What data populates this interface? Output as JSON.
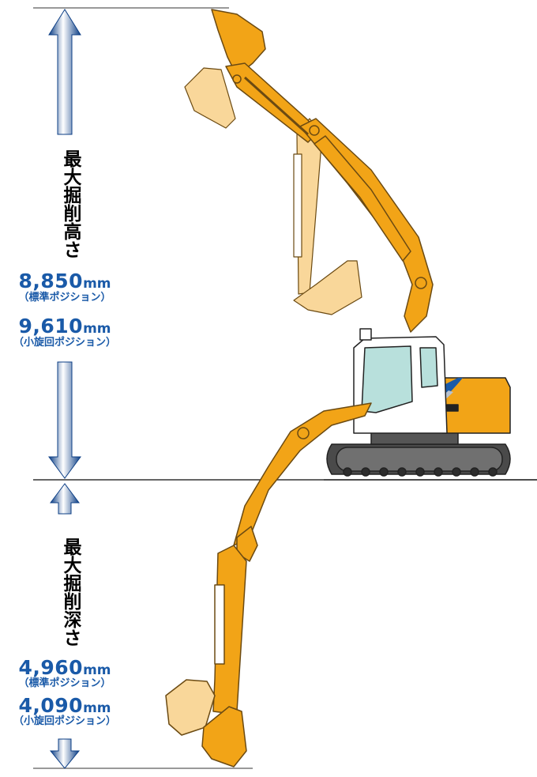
{
  "height": {
    "label": "最大掘削高さ",
    "value1": "8,850",
    "unit1": "mm",
    "note1": "（標準ポジション）",
    "value2": "9,610",
    "unit2": "mm",
    "note2": "（小旋回ポジション）"
  },
  "depth": {
    "label": "最大掘削深さ",
    "value1": "4,960",
    "unit1": "mm",
    "note1": "（標準ポジション）",
    "value2": "4,090",
    "unit2": "mm",
    "note2": "（小旋回ポジション）"
  },
  "colors": {
    "arrow_blue": "#1a5aa8",
    "machine_orange": "#f2a417",
    "ghost_orange": "#f9d79a",
    "text_blue": "#1a5aa8"
  }
}
